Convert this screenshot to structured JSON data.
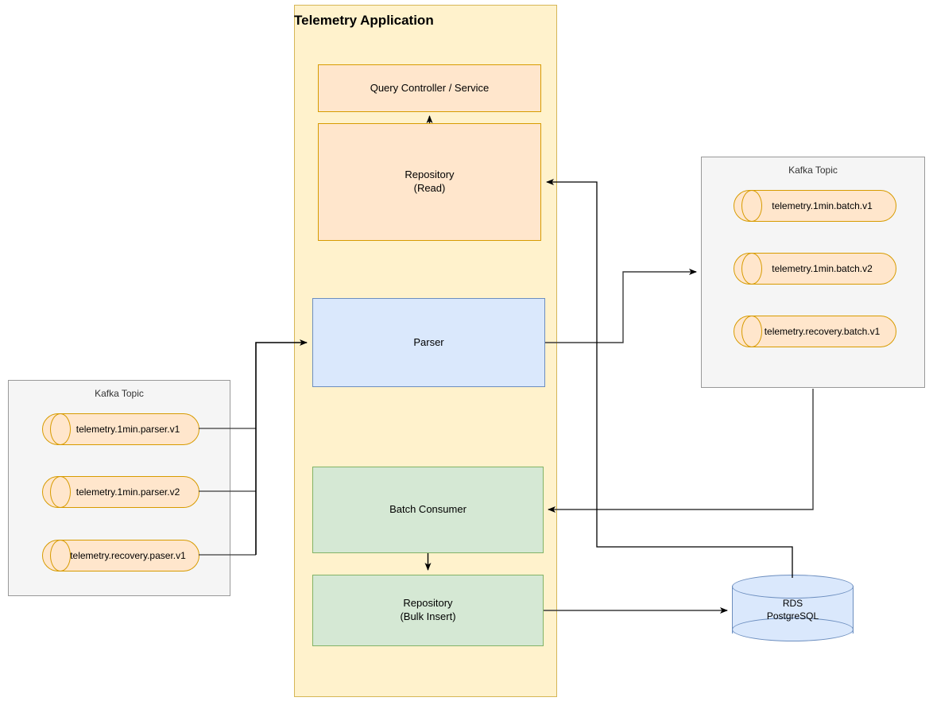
{
  "diagram": {
    "title": "Telemetry Application",
    "app_container": {
      "title": "Telemetry Application",
      "fill_color": "#fff2cc",
      "stroke_color": "#d6b656"
    },
    "components": [
      {
        "id": "query-controller",
        "label": "Query Controller / Service",
        "fill_color": "#ffe6cc",
        "stroke_color": "#d79b00"
      },
      {
        "id": "repository-read",
        "label": "Repository\n(Read)",
        "line1": "Repository",
        "line2": "(Read)",
        "fill_color": "#ffe6cc",
        "stroke_color": "#d79b00"
      },
      {
        "id": "parser",
        "label": "Parser",
        "fill_color": "#dae8fc",
        "stroke_color": "#6c8ebf"
      },
      {
        "id": "batch-consumer",
        "label": "Batch Consumer",
        "fill_color": "#d5e8d4",
        "stroke_color": "#82b366"
      },
      {
        "id": "repository-bulk",
        "label": "Repository\n(Bulk Insert)",
        "line1": "Repository",
        "line2": "(Bulk Insert)",
        "fill_color": "#d5e8d4",
        "stroke_color": "#82b366"
      }
    ],
    "kafka_left": {
      "title": "Kafka Topic",
      "fill_color": "#f5f5f5",
      "stroke_color": "#999999",
      "topics": [
        {
          "label": "telemetry.1min.parser.v1"
        },
        {
          "label": "telemetry.1min.parser.v2"
        },
        {
          "label": "telemetry.recovery.paser.v1"
        }
      ]
    },
    "kafka_right": {
      "title": "Kafka Topic",
      "fill_color": "#f5f5f5",
      "stroke_color": "#999999",
      "topics": [
        {
          "label": "telemetry.1min.batch.v1"
        },
        {
          "label": "telemetry.1min.batch.v2"
        },
        {
          "label": "telemetry.recovery.batch.v1"
        }
      ]
    },
    "database": {
      "line1": "RDS",
      "line2": "PostgreSQL",
      "fill_color": "#dae8fc",
      "stroke_color": "#6c8ebf"
    },
    "edges": [
      {
        "from": "repository-read",
        "to": "query-controller",
        "direction": "up"
      },
      {
        "from": "kafka-left-topics",
        "to": "parser",
        "direction": "right"
      },
      {
        "from": "parser",
        "to": "kafka-right",
        "direction": "right"
      },
      {
        "from": "kafka-right",
        "to": "repository-read",
        "direction": "left"
      },
      {
        "from": "kafka-right",
        "to": "batch-consumer",
        "direction": "left"
      },
      {
        "from": "batch-consumer",
        "to": "repository-bulk",
        "direction": "down"
      },
      {
        "from": "repository-bulk",
        "to": "database",
        "direction": "right"
      },
      {
        "from": "database",
        "to": "kafka-right",
        "direction": "up"
      }
    ],
    "edge_color": "#000000"
  }
}
